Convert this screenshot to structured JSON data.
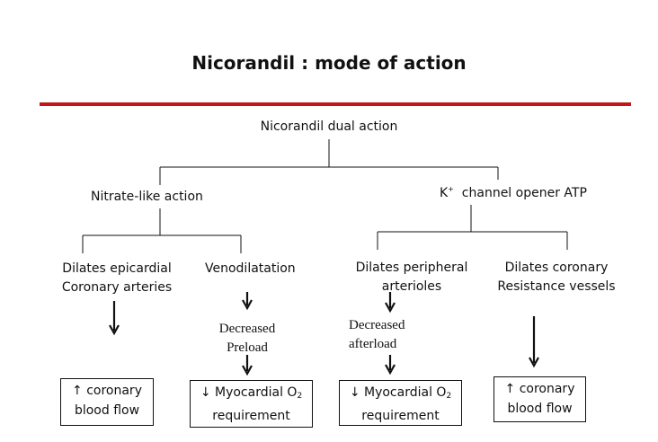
{
  "title": "Nicorandil : mode of action",
  "colors": {
    "rule": "#c0161c",
    "ink": "#111111"
  },
  "root": {
    "label": "Nicorandil dual action"
  },
  "left_branch": {
    "label": "Nitrate-like action",
    "children": [
      {
        "line1": "Dilates epicardial",
        "line2": "Coronary arteries",
        "result": {
          "text": "coronary",
          "line2": "blood flow"
        }
      },
      {
        "line1": "Venodilatation",
        "intermediate": {
          "line1": "Decreased",
          "line2": "Preload"
        },
        "result": {
          "text": "Myocardial O",
          "sub": "2",
          "line2": "requirement"
        }
      }
    ]
  },
  "right_branch": {
    "prefix": "K",
    "sup": "+",
    "label": "channel opener ATP",
    "children": [
      {
        "line1": "Dilates peripheral",
        "line2": "arterioles",
        "intermediate": {
          "line1": "Decreased",
          "line2": "afterload"
        },
        "result": {
          "text": "Myocardial O",
          "sub": "2",
          "line2": "requirement"
        }
      },
      {
        "line1": "Dilates coronary",
        "line2": "Resistance vessels",
        "result": {
          "text": "coronary",
          "line2": "blood flow"
        }
      }
    ]
  },
  "symbols": {
    "up": "↑",
    "down": "↓"
  }
}
